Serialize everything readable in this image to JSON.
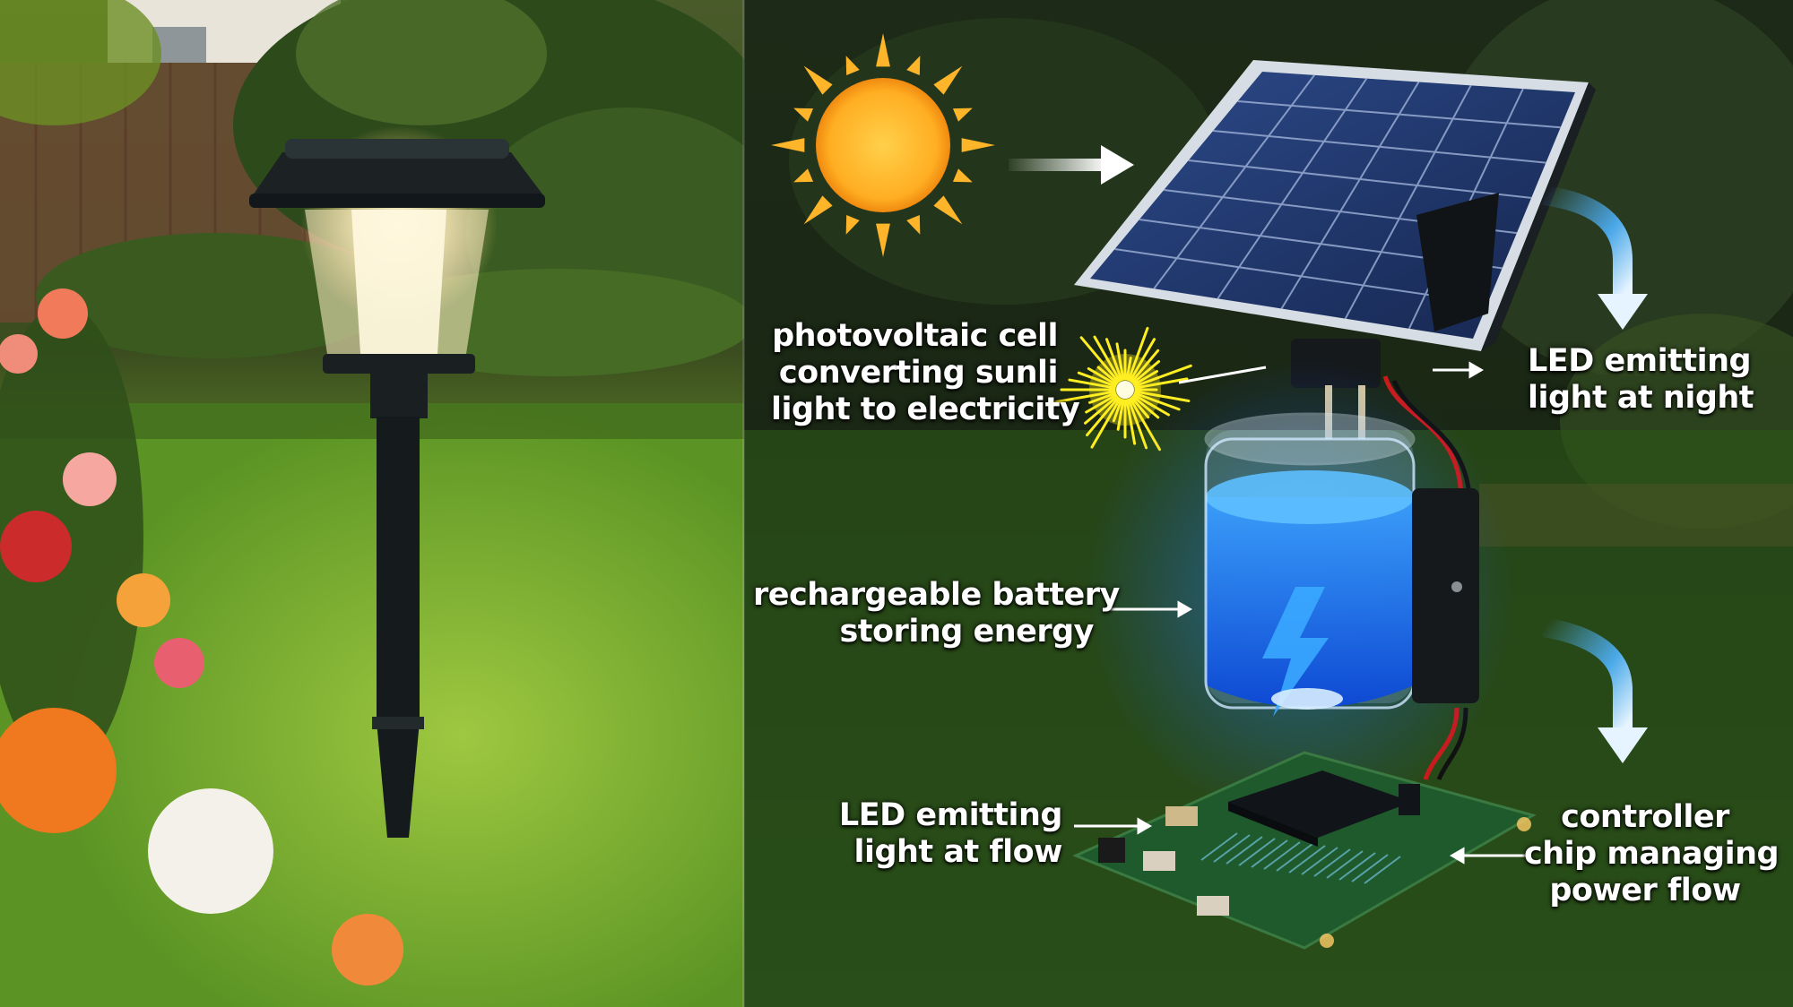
{
  "labels": {
    "photovoltaic": [
      "photovoltaic cell",
      "converting sunli",
      "light to electricity"
    ],
    "led_night": [
      "LED emitting",
      "light at night"
    ],
    "battery": [
      "rechargeable battery",
      "storing energy"
    ],
    "led_flow": [
      "LED emitting",
      "light at flow"
    ],
    "controller": [
      "controller",
      "chip managing",
      "power flow"
    ]
  },
  "colors": {
    "sun": "#ffb52a",
    "spark": "#ffee22",
    "battery_glow": "#1e7bff",
    "arrow_blue": "#4fb4ff",
    "pcb": "#1f5a2c",
    "grass": "#4f8a1f"
  }
}
